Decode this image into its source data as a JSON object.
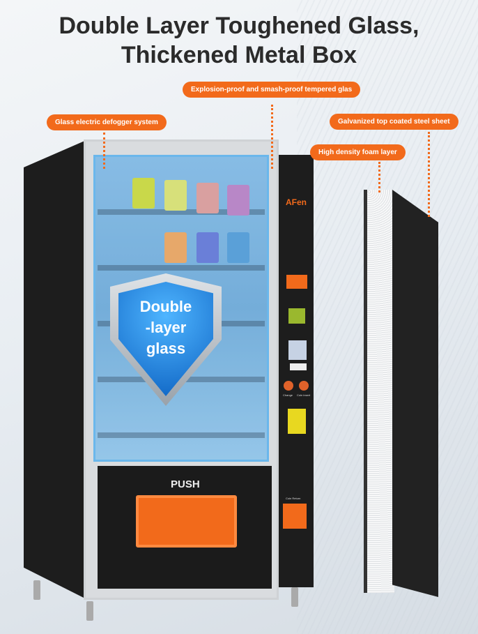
{
  "headline": {
    "line1": "Double Layer Toughened Glass,",
    "line2": "Thickened Metal Box"
  },
  "callouts": [
    "Explosion-proof and smash-proof tempered glas",
    "Glass electric defogger system",
    "Galvanized top coated steel sheet",
    "High density foam layer"
  ],
  "badge": {
    "line1": "Double",
    "line2": "-layer",
    "line3": "glass"
  },
  "machine": {
    "brand": "AFen",
    "push_label": "PUSH",
    "panel_labels": [
      "Change",
      "Coin insert",
      "Coin Return"
    ]
  },
  "colors": {
    "accent": "#f26a1b",
    "cabinet": "#1d1d1d",
    "glass": "#6aa9d9"
  }
}
